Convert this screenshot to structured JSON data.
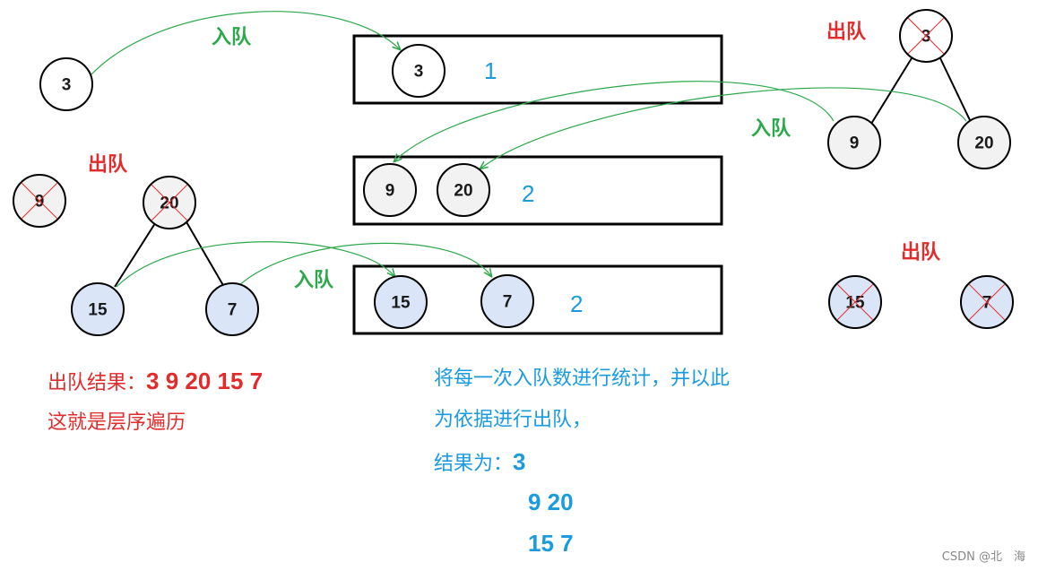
{
  "labels": {
    "enqueue": "入队",
    "dequeue": "出队"
  },
  "queue_counts": [
    "1",
    "2",
    "2"
  ],
  "nodes": {
    "n3": "3",
    "n9": "9",
    "n20": "20",
    "n15": "15",
    "n7": "7"
  },
  "left_text": {
    "line1_prefix": "出队结果：",
    "line1_values": "3 9 20 15 7",
    "line2": "这就是层序遍历"
  },
  "right_text": {
    "line1": "将每一次入队数进行统计，并以此",
    "line2": "为依据进行出队，",
    "line3_prefix": "结果为：",
    "level1": "3",
    "level2": "9 20",
    "level3": "15 7"
  },
  "watermark": "CSDN @北　海",
  "colors": {
    "enqueue_label": "#2aa84a",
    "dequeue_label": "#e22b2b",
    "count": "#1a9be0",
    "node_fill_gray": "#f2f2f2",
    "node_fill_blue": "#dae6f8",
    "arrow": "#2aa84a",
    "cross": "#e22b2b"
  }
}
